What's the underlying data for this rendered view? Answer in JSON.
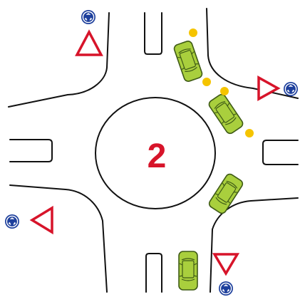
{
  "diagram": {
    "roundabout_number": "2",
    "colors": {
      "number": "#d7142a",
      "warning_sign": "#d7142a",
      "roundabout_sign": "#1d3f9c",
      "car_fill": "#a9cf3d",
      "indicator_light": "#f5c400",
      "road_edge": "#111111"
    },
    "signs": [
      {
        "name": "roundabout-sign-top-left",
        "icon": "roundabout-icon"
      },
      {
        "name": "warning-triangle-top-left",
        "icon": "warning-triangle-icon"
      },
      {
        "name": "roundabout-sign-right",
        "icon": "roundabout-icon"
      },
      {
        "name": "give-way-triangle-right",
        "icon": "give-way-triangle-icon"
      },
      {
        "name": "roundabout-sign-left",
        "icon": "roundabout-icon"
      },
      {
        "name": "give-way-triangle-left",
        "icon": "give-way-triangle-icon"
      },
      {
        "name": "give-way-triangle-bottom",
        "icon": "give-way-triangle-icon"
      },
      {
        "name": "roundabout-sign-bottom",
        "icon": "roundabout-icon"
      }
    ],
    "cars": [
      {
        "name": "car-north-exit",
        "indicating": true
      },
      {
        "name": "car-east-exit",
        "indicating": true
      },
      {
        "name": "car-south-east-circulating",
        "indicating": false
      },
      {
        "name": "car-south-entry",
        "indicating": false
      }
    ]
  }
}
